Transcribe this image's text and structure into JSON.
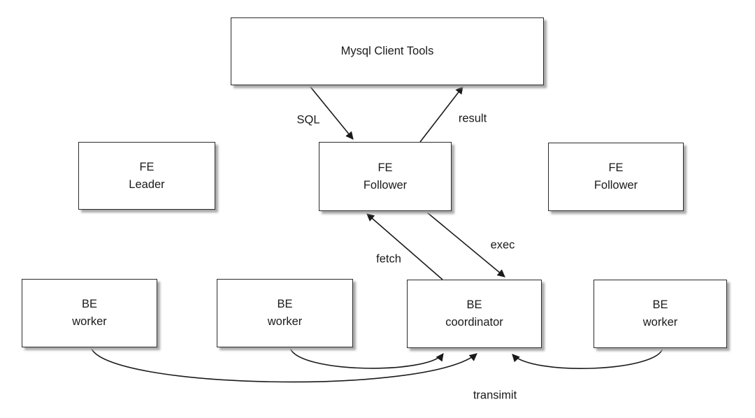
{
  "diagram": {
    "nodes": {
      "mysql": {
        "line1": "Mysql Client Tools",
        "line2": ""
      },
      "fe_leader": {
        "line1": "FE",
        "line2": "Leader"
      },
      "fe_follower_center": {
        "line1": "FE",
        "line2": "Follower"
      },
      "fe_follower_right": {
        "line1": "FE",
        "line2": "Follower"
      },
      "be_worker_left": {
        "line1": "BE",
        "line2": "worker"
      },
      "be_worker_mid": {
        "line1": "BE",
        "line2": "worker"
      },
      "be_coordinator": {
        "line1": "BE",
        "line2": "coordinator"
      },
      "be_worker_right": {
        "line1": "BE",
        "line2": "worker"
      }
    },
    "edges": {
      "sql": "SQL",
      "result": "result",
      "fetch": "fetch",
      "exec": "exec",
      "transimit": "transimit"
    },
    "colors": {
      "background": "#ffffff",
      "box_fill": "#ffffff",
      "box_border": "#2b2b2b",
      "line": "#1a1a1a",
      "text": "#1a1a1a",
      "shadow": "#a9a9a9"
    }
  }
}
